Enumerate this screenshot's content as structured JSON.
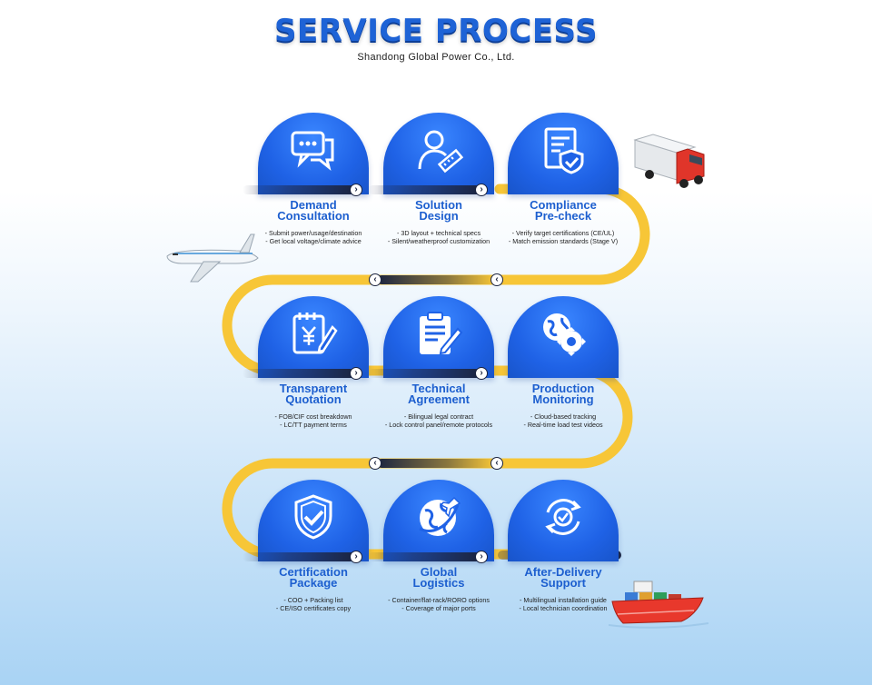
{
  "header": {
    "title": "SERVICE PROCESS",
    "subtitle": "Shandong Global Power Co., Ltd."
  },
  "colors": {
    "accent": "#1e63d6",
    "dome": "#1f62e6",
    "path": "#f7c637",
    "bar_dark": "#1b2440"
  },
  "steps": [
    {
      "icon": "chat-bubbles-icon",
      "name_line1": "Demand",
      "name_line2": "Consultation",
      "desc_line1": "- Submit power/usage/destination",
      "desc_line2": "- Get local voltage/climate advice"
    },
    {
      "icon": "engineer-ruler-icon",
      "name_line1": "Solution",
      "name_line2": "Design",
      "desc_line1": "- 3D layout + technical specs",
      "desc_line2": "- Silent/weatherproof customization"
    },
    {
      "icon": "document-shield-icon",
      "name_line1": "Compliance",
      "name_line2": "Pre-check",
      "desc_line1": "- Verify target certifications (CE/UL)",
      "desc_line2": "- Match emission standards (Stage V)"
    },
    {
      "icon": "quotation-yen-icon",
      "name_line1": "Transparent",
      "name_line2": "Quotation",
      "desc_line1": "- FOB/CIF cost breakdown",
      "desc_line2": "- LC/TT payment terms"
    },
    {
      "icon": "clipboard-contract-icon",
      "name_line1": "Technical",
      "name_line2": "Agreement",
      "desc_line1": "- Bilingual legal contract",
      "desc_line2": "- Lock control panel/remote protocols"
    },
    {
      "icon": "globe-gear-icon",
      "name_line1": "Production",
      "name_line2": "Monitoring",
      "desc_line1": "- Cloud-based tracking",
      "desc_line2": "- Real-time load test videos"
    },
    {
      "icon": "shield-check-icon",
      "name_line1": "Certification",
      "name_line2": "Package",
      "desc_line1": "- COO + Packing list",
      "desc_line2": "- CE/ISO certificates copy"
    },
    {
      "icon": "globe-plane-icon",
      "name_line1": "Global",
      "name_line2": "Logistics",
      "desc_line1": "- Container/flat-rack/RORO options",
      "desc_line2": "- Coverage of major ports"
    },
    {
      "icon": "support-cycle-icon",
      "name_line1": "After-Delivery",
      "name_line2": "Support",
      "desc_line1": "- Multilingual installation guide",
      "desc_line2": "- Local technician coordination"
    }
  ]
}
